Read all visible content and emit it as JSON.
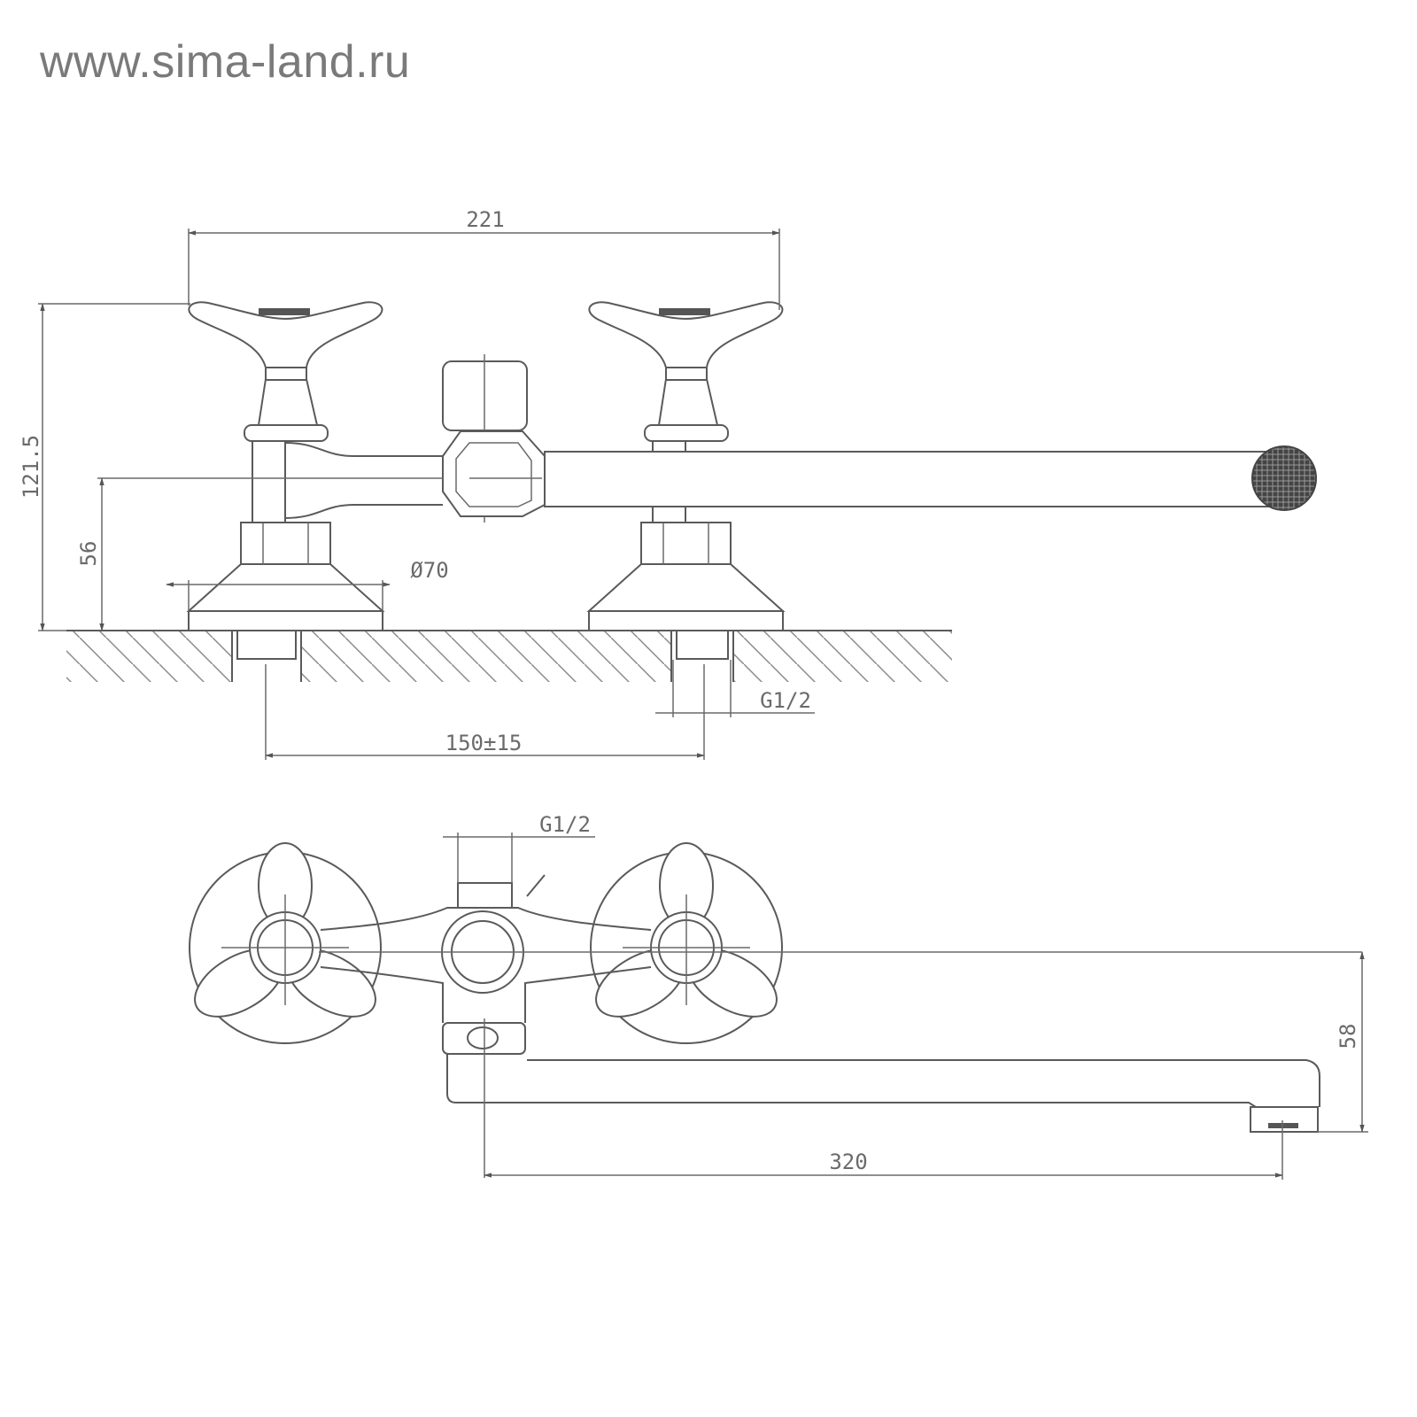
{
  "watermark": "www.sima-land.ru",
  "front_view": {
    "width_label": "221",
    "height_label": "121.5",
    "spout_height_label": "56",
    "base_diameter_label": "Ø70",
    "inlet_thread_label": "G1/2",
    "inlet_spacing_label": "150±15"
  },
  "top_view": {
    "inlet_thread_label": "G1/2",
    "spout_drop_label": "58",
    "spout_reach_label": "320"
  },
  "colors": {
    "line": "#5a5a5a",
    "text": "#6a6a6a",
    "watermark": "#7a7a7a"
  }
}
